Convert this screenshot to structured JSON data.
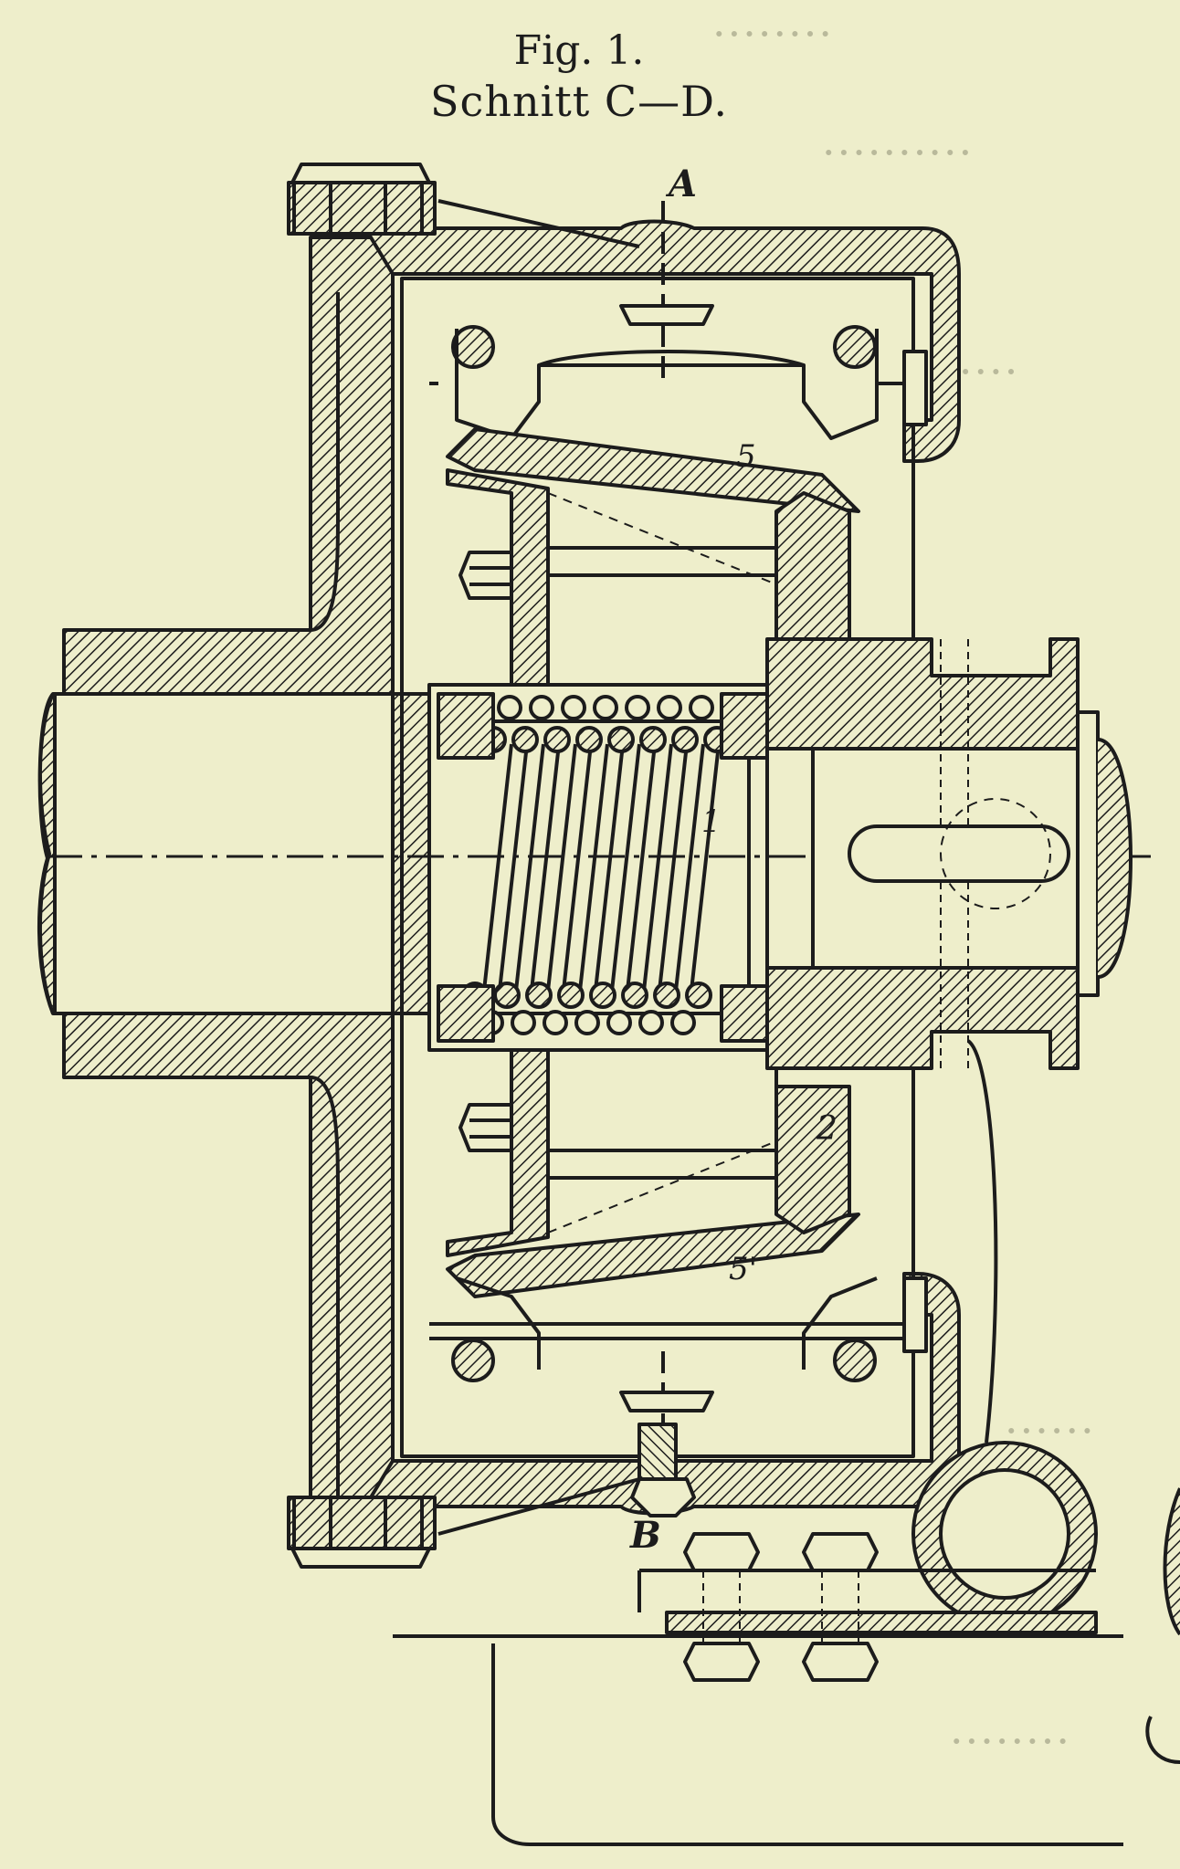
{
  "figure": {
    "title": "Fig. 1.",
    "subtitle": "Schnitt C—D."
  },
  "labels": {
    "section_a": "A",
    "section_b": "B",
    "part_5": "5",
    "part_1": "1",
    "part_2": "2",
    "part_5_prime": "5'"
  },
  "colors": {
    "paper": "#eeeecb",
    "ink": "#1c1c1c",
    "show_through": "#b9b99b"
  }
}
